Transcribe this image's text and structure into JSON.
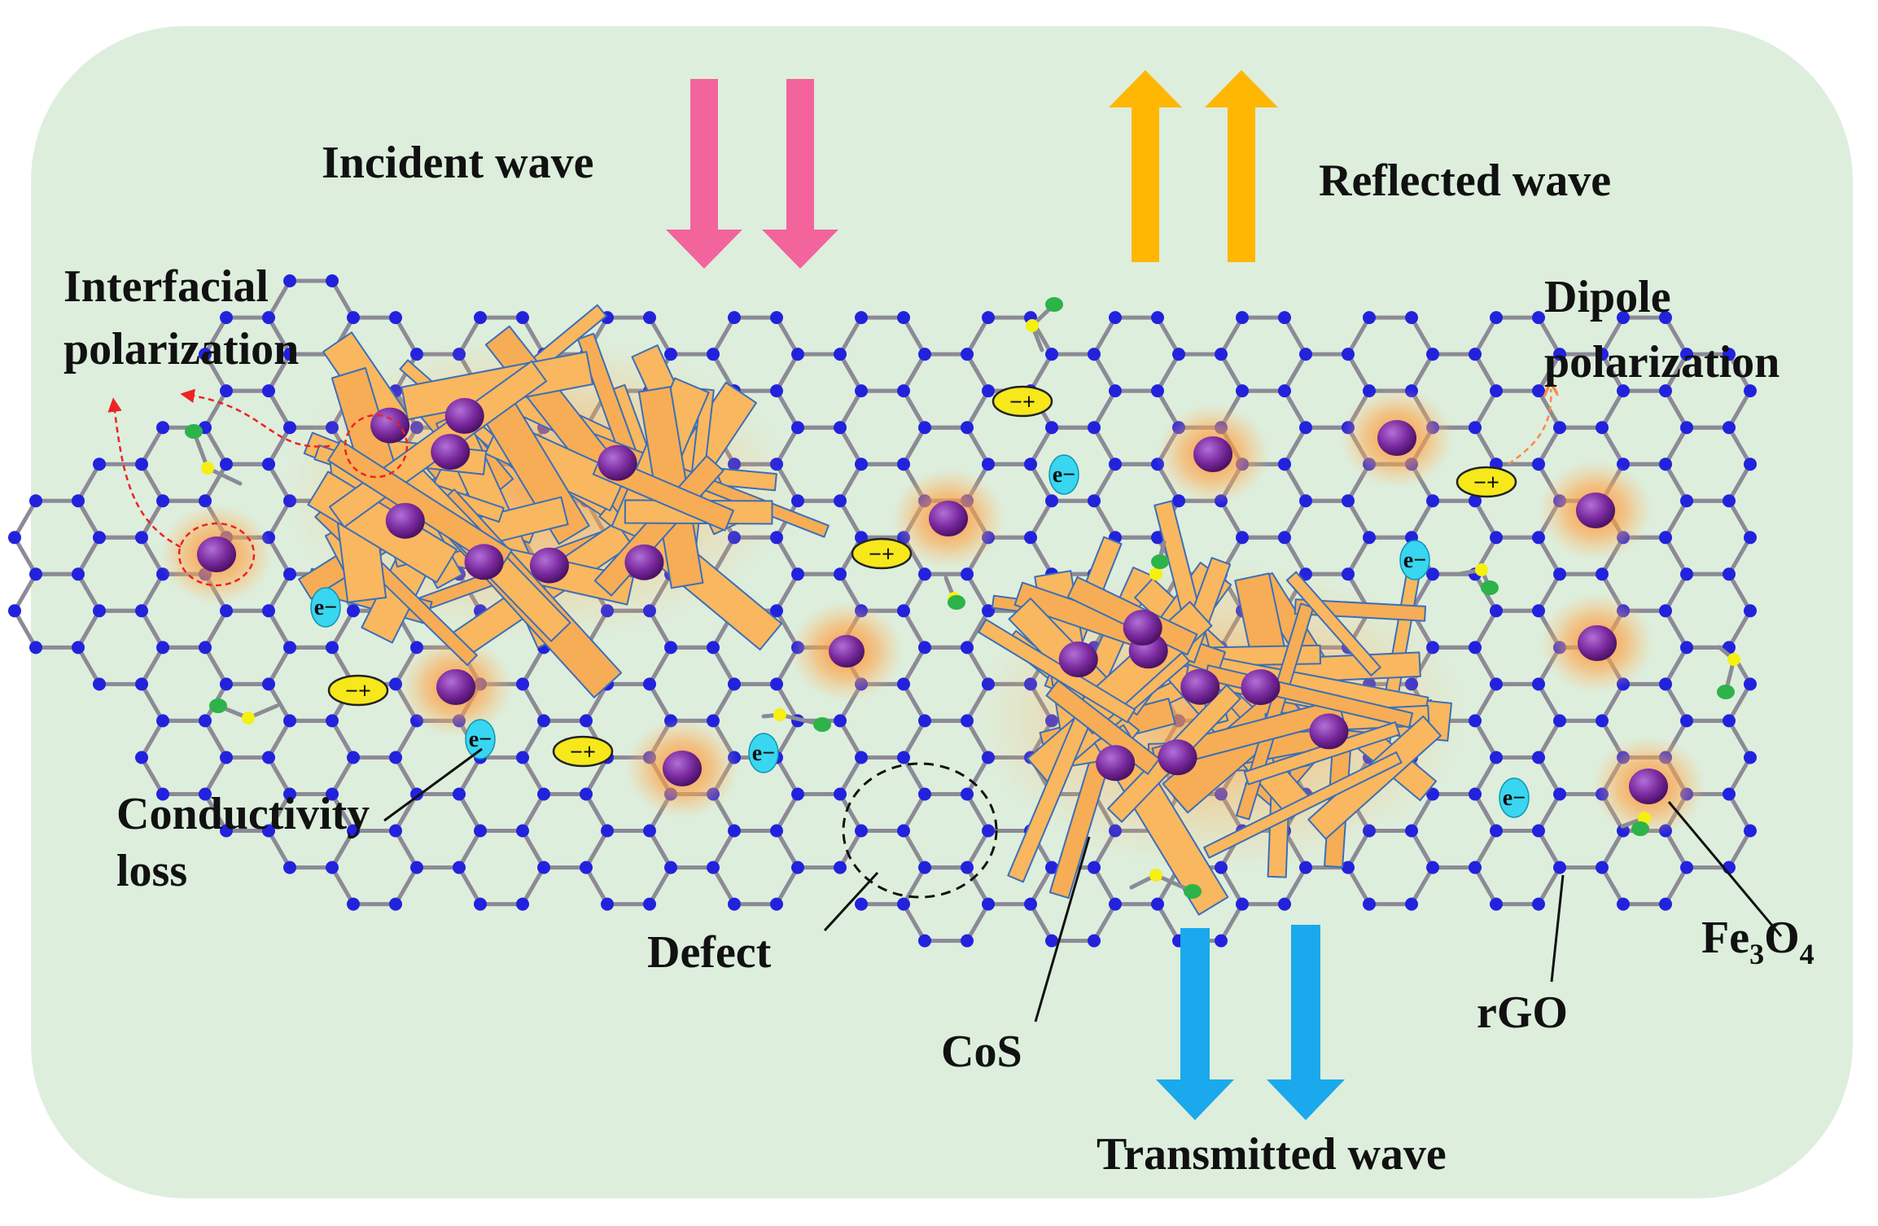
{
  "labels": {
    "incident_wave": "Incident wave",
    "reflected_wave": "Reflected wave",
    "transmitted_wave": "Transmitted wave",
    "interfacial_line1": "Interfacial",
    "interfacial_line2": "polarization",
    "dipole_line1": "Dipole",
    "dipole_line2": "polarization",
    "conductivity_line1": "Conductivity",
    "conductivity_line2": "loss",
    "defect": "Defect",
    "cos": "CoS",
    "rgo": "rGO",
    "fe3o4_main": "Fe",
    "fe3o4_sub1": "3",
    "fe3o4_mid": "O",
    "fe3o4_sub2": "4"
  },
  "tags": {
    "electron": "e−",
    "dipole": "−+"
  },
  "colors": {
    "background": "#ddeedd",
    "incident_arrow": "#f2649b",
    "reflected_arrow": "#ffb703",
    "transmitted_arrow": "#1aa9ec",
    "lattice_bond": "#8c8a96",
    "lattice_atom": "#2222dd",
    "particle": "#7a2a9e",
    "flake": "#f9b75f",
    "electron": "#38d6f0",
    "dipole": "#f6e81a",
    "oxygen": "#2db34a",
    "hydrogen": "#f5f010",
    "polarization_arrow": "#ee2222",
    "dipole_arrow": "#ff8844"
  }
}
